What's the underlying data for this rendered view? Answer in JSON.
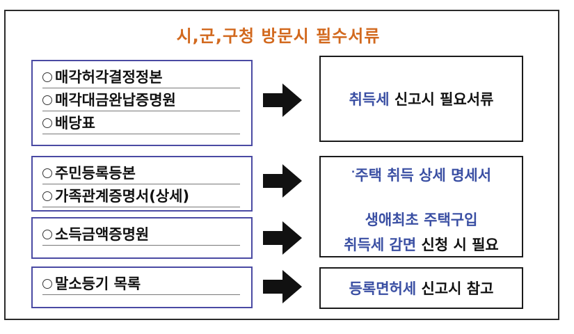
{
  "title": "시,군,구청 방문시 필수서류",
  "bullet_icon": "circle-bullet",
  "colors": {
    "title": "#d2691e",
    "box_border": "#4a4aa3",
    "highlight": "#3a4fa3"
  },
  "groups": [
    {
      "docs": [
        "매각허각결정정본",
        "매각대금완납증명원",
        "배당표"
      ]
    },
    {
      "docs": [
        "주민등록등본",
        "가족관계증명서(상세)"
      ]
    },
    {
      "docs": [
        "소득금액증명원"
      ]
    },
    {
      "docs": [
        "말소등기 목록"
      ]
    }
  ],
  "results": {
    "r1": {
      "blue": "취득세",
      "black": " 신고시 필요서류"
    },
    "r2": {
      "line1_prefix": ".",
      "line1": "주택 취득 상세 명세서",
      "line2": "생애최초 주택구입",
      "line3_blue": "취득세 감면",
      "line3_black": " 신청 시 필요"
    },
    "r4": {
      "blue": "등록면허세",
      "black": " 신고시 참고"
    }
  }
}
